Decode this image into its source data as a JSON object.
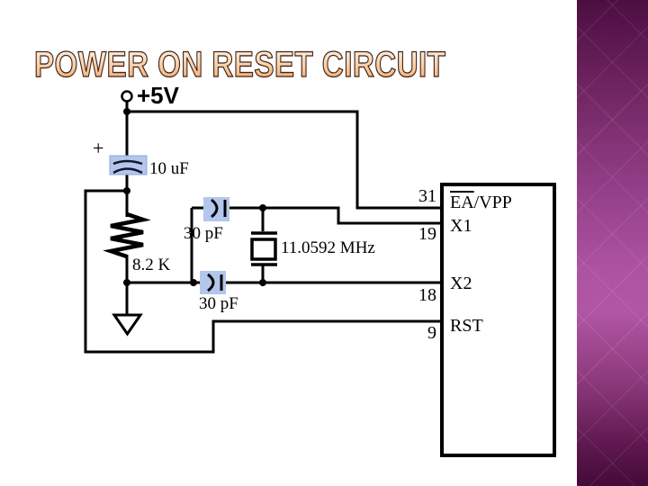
{
  "slide": {
    "title": "POWER ON RESET CIRCUIT"
  },
  "circuit": {
    "supply_label": "+5V",
    "electrolytic_cap": {
      "polarity_mark": "+",
      "value": "10 uF"
    },
    "resistor": {
      "value": "8.2 K"
    },
    "cap_top": {
      "value": "30 pF"
    },
    "cap_bottom": {
      "value": "30 pF"
    },
    "crystal": {
      "value": "11.0592 MHz"
    }
  },
  "chip": {
    "pins": [
      {
        "number": "31",
        "label_overline": "EA",
        "label_rest": "/VPP"
      },
      {
        "number": "19",
        "label": "X1"
      },
      {
        "number": "18",
        "label": "X2"
      },
      {
        "number": "9",
        "label": "RST"
      }
    ]
  },
  "colors": {
    "background": "#ffffff",
    "wire": "#000000",
    "capacitor_fill": "#b3c7ec",
    "title_fill_top": "#fdf2e3",
    "title_fill_bottom": "#efa569",
    "title_outline": "#42231c",
    "band_top": "#4c0e41",
    "band_mid": "#b156a4",
    "band_bottom": "#440a39"
  }
}
